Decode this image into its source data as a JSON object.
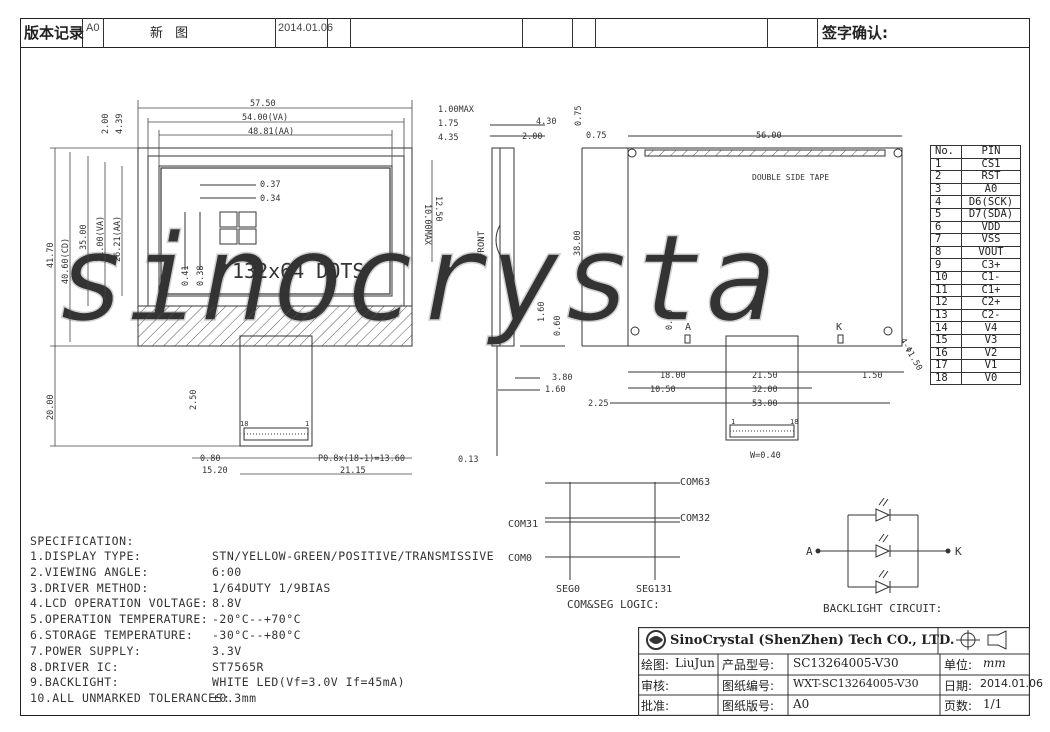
{
  "header": {
    "label_revision": "版本记录",
    "rev": "A0",
    "desc": "新 图",
    "date": "2014.01.06",
    "confirm_label": "签字确认:"
  },
  "drawing": {
    "front_view": {
      "dim_top": [
        "57.50",
        "54.00(VA)",
        "48.81(AA)"
      ],
      "dim_top_right": [
        "1.00MAX",
        "1.75",
        "4.35"
      ],
      "dim_left_small": [
        "2.00",
        "4.39"
      ],
      "dim_left_vertical": [
        "41.70",
        "40.60(CD)",
        "35.00",
        "31.00(VA)",
        "26.21(AA)"
      ],
      "pixel_dims": [
        "0.37",
        "0.34",
        "0.41",
        "0.38"
      ],
      "dots_label": "132x64 DOTS",
      "dim_right_vertical": [
        "12.50",
        "10.00MAX"
      ],
      "fpc_dims": [
        "2.50",
        "20.00",
        "0.80",
        "P0.8x(18-1)=13.60",
        "15.20",
        "21.15"
      ],
      "fpc_pins": [
        "18",
        "1"
      ]
    },
    "side_view": {
      "label": "FRONT",
      "dims": [
        "4.30",
        "2.00",
        "1.60",
        "0.60",
        "3.80",
        "1.60",
        "0.13"
      ]
    },
    "back_view": {
      "dims_top": [
        "0.75",
        "0.75",
        "56.00"
      ],
      "tape_label": "DOUBLE SIDE TAPE",
      "dim_left": "38.00",
      "markers": [
        "A",
        "K"
      ],
      "dims_bottom": [
        "0.60",
        "18.00",
        "21.50",
        "1.50",
        "10.50",
        "32.00",
        "2.25",
        "53.00",
        "W=0.40"
      ],
      "hole": "4-Φ1.50",
      "fpc_pins": [
        "1",
        "18"
      ]
    },
    "com_seg": {
      "labels": [
        "COM63",
        "COM31",
        "COM32",
        "COM0",
        "SEG0",
        "SEG131"
      ],
      "title": "COM&SEG LOGIC:"
    },
    "backlight": {
      "anode": "A",
      "cathode": "K",
      "title": "BACKLIGHT CIRCUIT:"
    },
    "watermark": "sinocrysta"
  },
  "pin_table": {
    "head": [
      "No.",
      "PIN"
    ],
    "rows": [
      [
        "1",
        "CS1"
      ],
      [
        "2",
        "RST"
      ],
      [
        "3",
        "A0"
      ],
      [
        "4",
        "D6(SCK)"
      ],
      [
        "5",
        "D7(SDA)"
      ],
      [
        "6",
        "VDD"
      ],
      [
        "7",
        "VSS"
      ],
      [
        "8",
        "VOUT"
      ],
      [
        "9",
        "C3+"
      ],
      [
        "10",
        "C1-"
      ],
      [
        "11",
        "C1+"
      ],
      [
        "12",
        "C2+"
      ],
      [
        "13",
        "C2-"
      ],
      [
        "14",
        "V4"
      ],
      [
        "15",
        "V3"
      ],
      [
        "16",
        "V2"
      ],
      [
        "17",
        "V1"
      ],
      [
        "18",
        "V0"
      ]
    ]
  },
  "specification": {
    "heading": "SPECIFICATION:",
    "items": [
      {
        "label": "1.DISPLAY TYPE:",
        "value": "STN/YELLOW-GREEN/POSITIVE/TRANSMISSIVE"
      },
      {
        "label": "2.VIEWING ANGLE:",
        "value": "6:00"
      },
      {
        "label": "3.DRIVER METHOD:",
        "value": "1/64DUTY  1/9BIAS"
      },
      {
        "label": "4.LCD OPERATION VOLTAGE:",
        "value": "8.8V"
      },
      {
        "label": "5.OPERATION TEMPERATURE:",
        "value": "-20°C--+70°C"
      },
      {
        "label": "6.STORAGE TEMPERATURE:",
        "value": "-30°C--+80°C"
      },
      {
        "label": "7.POWER SUPPLY:",
        "value": "3.3V"
      },
      {
        "label": "8.DRIVER IC:",
        "value": "ST7565R"
      },
      {
        "label": "9.BACKLIGHT:",
        "value": "WHITE LED(Vf=3.0V  If=45mA)"
      },
      {
        "label": "10.ALL UNMARKED TOLERANCES:",
        "value": "±0.3mm"
      }
    ]
  },
  "title_block": {
    "company": "SinoCrystal (ShenZhen) Tech CO., LTD.",
    "drawn_label": "绘图:",
    "drawn_value": "LiuJun",
    "model_label": "产品型号:",
    "model_value": "SC13264005-V30",
    "unit_label": "单位:",
    "unit_value": "mm",
    "check_label": "审核:",
    "drawing_no_label": "图纸编号:",
    "drawing_no_value": "WXT-SC13264005-V30",
    "date_label": "日期:",
    "date_value": "2014.01.06",
    "approve_label": "批准:",
    "version_label": "图纸版号:",
    "version_value": "A0",
    "pages_label": "页数:",
    "pages_value": "1/1"
  }
}
